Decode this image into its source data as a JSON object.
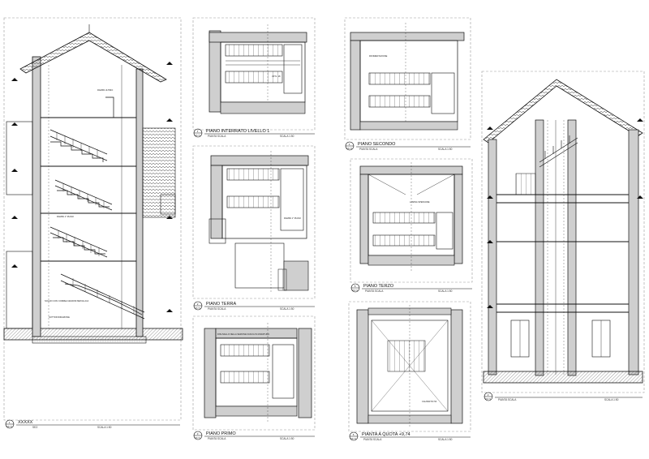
{
  "sheet": {
    "views": [
      {
        "id": "s1",
        "number": "1",
        "ref": "XX.Y1",
        "title": "XXXXX",
        "sub": "SEZ.",
        "scale": "SCALA 1:50"
      },
      {
        "id": "p1",
        "number": "1",
        "ref": "XX.Y1",
        "title": "PIANO INTERRATO LIVELLO 1",
        "sub": "PIANTA SCALA",
        "scale": "SCALA 1:50"
      },
      {
        "id": "p2",
        "number": "2",
        "ref": "XX.Y1",
        "title": "PIANO TERRA",
        "sub": "PIANTA SCALA",
        "scale": "SCALA 1:50"
      },
      {
        "id": "p3",
        "number": "3",
        "ref": "XX.Y1",
        "title": "PIANO PRIMO",
        "sub": "PIANTA SCALA",
        "scale": "SCALA 1:50"
      },
      {
        "id": "p4",
        "number": "4",
        "ref": "XX.Y1",
        "title": "PIANO SECONDO",
        "sub": "PIANTA SCALA",
        "scale": "SCALA 1:50"
      },
      {
        "id": "p5",
        "number": "5",
        "ref": "XX.Y1",
        "title": "PIANO TERZO",
        "sub": "PIANTA SCALA",
        "scale": "SCALA 1:50"
      },
      {
        "id": "p6",
        "number": "6",
        "ref": "XX.Y1",
        "title": "PIANTA A QUOTA +9,74",
        "sub": "PIANTA SCALA",
        "scale": "SCALA 1:50"
      },
      {
        "id": "s2",
        "number": "2",
        "ref": "XX.Y1",
        "title": "",
        "sub": "PIANTA SCALA",
        "scale": "SCALA 1:50"
      }
    ],
    "section_notes": [
      "RAMPA ULTIMO",
      "RAMPA 1° PIANO",
      "SOLAIO CON CORREA GRADINI METALLICA",
      "SOTTOFONDAZIONE"
    ],
    "plan_notes": [
      "UP N. 18",
      "RAMPA 1° PIANO",
      "DISLIVELLO NELLA SEZIONE FASCIA IN MURATURA",
      "PAVIMENTAZIONE",
      "LAMINA SPESSORE",
      "CALPESTIO 50"
    ],
    "colors": {
      "line": "#1a1a1a",
      "wall": "#cfcfcf",
      "hatch": "#555555"
    }
  }
}
